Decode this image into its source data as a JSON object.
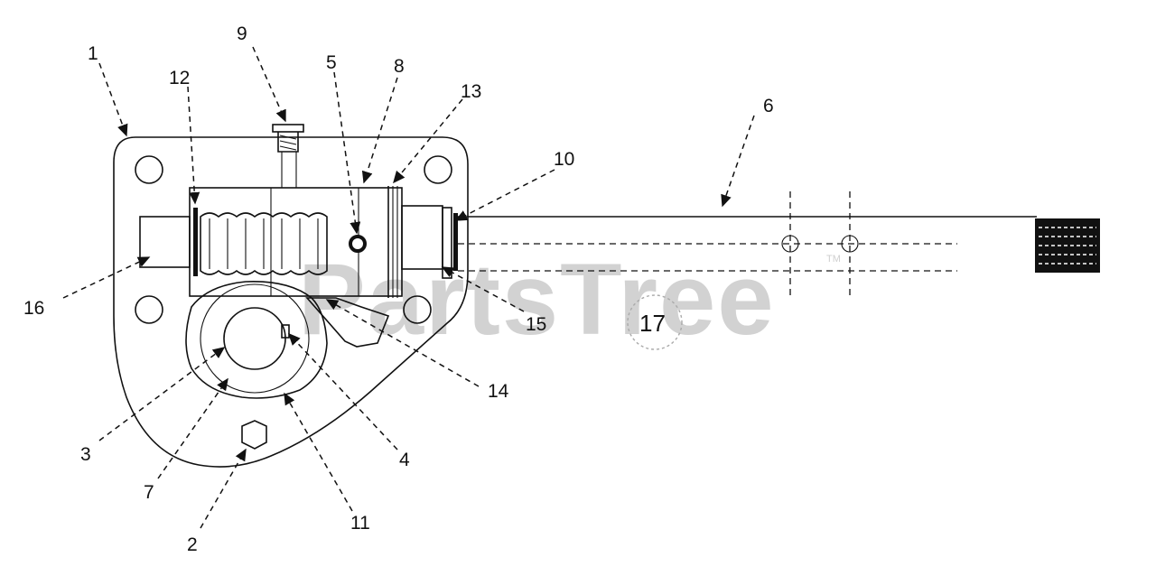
{
  "watermark": {
    "text": "PartsTree",
    "tm": "TM"
  },
  "callouts": [
    {
      "id": "1",
      "text": "1"
    },
    {
      "id": "2",
      "text": "2"
    },
    {
      "id": "3",
      "text": "3"
    },
    {
      "id": "4",
      "text": "4"
    },
    {
      "id": "5",
      "text": "5"
    },
    {
      "id": "6",
      "text": "6"
    },
    {
      "id": "7",
      "text": "7"
    },
    {
      "id": "8",
      "text": "8"
    },
    {
      "id": "9",
      "text": "9"
    },
    {
      "id": "10",
      "text": "10"
    },
    {
      "id": "11",
      "text": "11"
    },
    {
      "id": "12",
      "text": "12"
    },
    {
      "id": "13",
      "text": "13"
    },
    {
      "id": "14",
      "text": "14"
    },
    {
      "id": "15",
      "text": "15"
    },
    {
      "id": "16",
      "text": "16"
    },
    {
      "id": "17",
      "text": "17"
    }
  ]
}
